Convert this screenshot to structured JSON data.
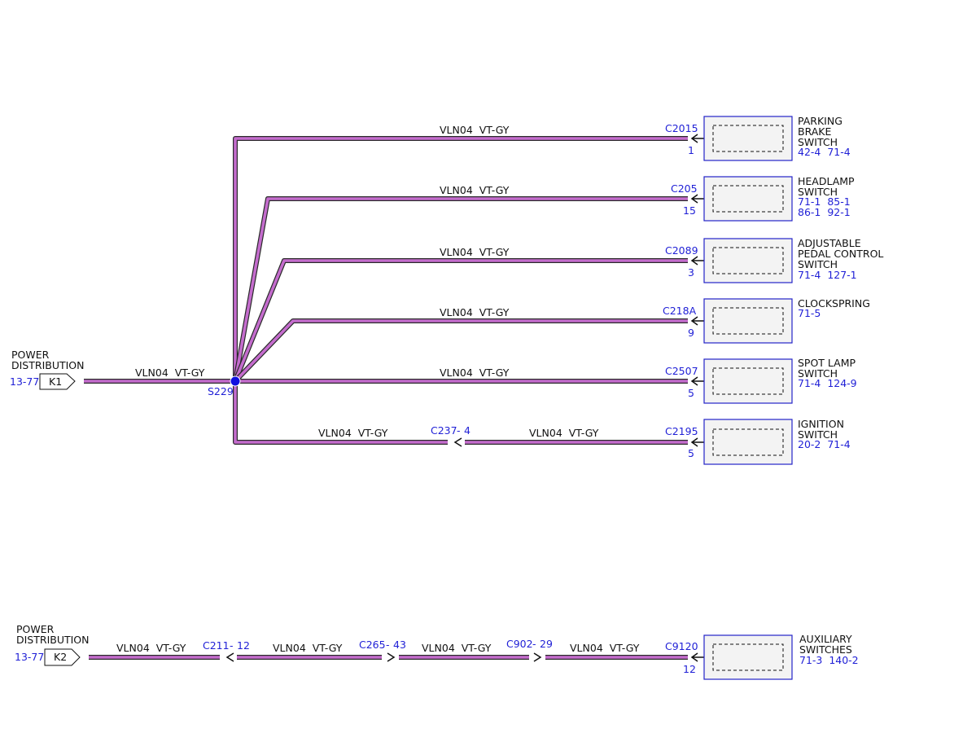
{
  "colors": {
    "wire_fill": "#c46ccd",
    "wire_edge": "#2a2a2a",
    "blue": "#1f1fd6",
    "black": "#111111",
    "box_fill": "#f3f3f3",
    "box_stroke": "#2323c8"
  },
  "wire_label": "VLN04  VT-GY",
  "upper": {
    "source": {
      "title_lines": [
        "POWER",
        "DISTRIBUTION"
      ],
      "ref": "13-77",
      "pin": "K1"
    },
    "splice": "S229",
    "branches": [
      {
        "connector": "C2015",
        "pin": "1",
        "device_lines": [
          "PARKING",
          "BRAKE",
          "SWITCH"
        ],
        "refs": [
          "42-4  71-4"
        ]
      },
      {
        "connector": "C205",
        "pin": "15",
        "device_lines": [
          "HEADLAMP",
          "SWITCH"
        ],
        "refs": [
          "71-1  85-1",
          "86-1  92-1"
        ]
      },
      {
        "connector": "C2089",
        "pin": "3",
        "device_lines": [
          "ADJUSTABLE",
          "PEDAL CONTROL",
          "SWITCH"
        ],
        "refs": [
          "71-4  127-1"
        ]
      },
      {
        "connector": "C218A",
        "pin": "9",
        "device_lines": [
          "CLOCKSPRING"
        ],
        "refs": [
          "71-5"
        ]
      },
      {
        "connector": "C2507",
        "pin": "5",
        "device_lines": [
          "SPOT LAMP",
          "SWITCH"
        ],
        "refs": [
          "71-4  124-9"
        ]
      },
      {
        "connector": "C2195",
        "pin": "5",
        "device_lines": [
          "IGNITION",
          "SWITCH"
        ],
        "refs": [
          "20-2  71-4"
        ]
      }
    ],
    "inline_connector": {
      "name": "C237",
      "pin": "4"
    }
  },
  "lower": {
    "source": {
      "title_lines": [
        "POWER",
        "DISTRIBUTION"
      ],
      "ref": "13-77",
      "pin": "K2"
    },
    "inline_connectors": [
      {
        "name": "C211",
        "pin": "12"
      },
      {
        "name": "C265",
        "pin": "43"
      },
      {
        "name": "C902",
        "pin": "29"
      }
    ],
    "end": {
      "connector": "C9120",
      "pin": "12",
      "device_lines": [
        "AUXILIARY",
        "SWITCHES"
      ],
      "refs": [
        "71-3  140-2"
      ]
    }
  }
}
